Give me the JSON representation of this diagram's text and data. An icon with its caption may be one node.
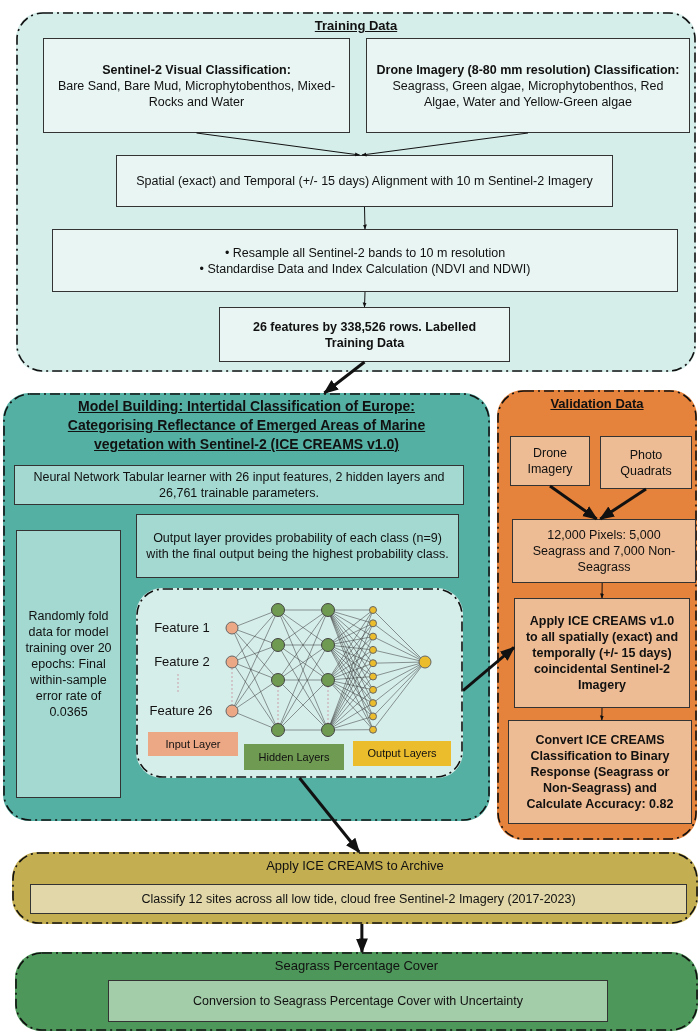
{
  "diagram": {
    "nodes": [
      {
        "text": [
          "Training Data"
        ]
      },
      {
        "text": [
          "Sentinel-2 Visual Classification:",
          "Bare Sand, Bare Mud, Microphytobenthos, Mixed-Rocks and Water"
        ],
        "in": 0
      },
      {
        "text": [
          "**Drone Imagery (8-80 mm resolution) Classification:** Seagrass, Green algae, Microphytobenthos, Red Algae, Water and Yellow-Green algae"
        ],
        "in": 0
      },
      {
        "text": [
          "Spatial (exact) and Temporal (+/- 15 days) Alignment with 10 m Sentinel-2 Imagery"
        ],
        "in": 0
      },
      {
        "text": [
          "• Resample all Sentinel-2 bands to 10 m resolution",
          "• Standardise Data and Index Calculation (NDVI and NDWI)"
        ],
        "in": 0
      },
      {
        "text": [
          "26 features by 338,526 rows. Labelled Training Data"
        ],
        "in": 0
      },
      {
        "text": [
          "Model Building: Intertidal Classification of Europe: Categorising Reflectance of Emerged Areas of Marine vegetation with Sentinel-2 (ICE CREAMS v1.0)"
        ]
      },
      {
        "text": [
          "Neural Network Tabular learner with 26 input features, 2 hidden layers and 26,761 trainable parameters."
        ],
        "in": 6
      },
      {
        "text": [
          "Randomly fold data for model training over 20 epochs: Final within-sample error rate of 0.0365"
        ],
        "in": 6
      },
      {
        "text": [
          "Output layer provides probability of each class (n=9) with the final output being the highest probability class."
        ],
        "in": 6
      },
      {
        "text": [],
        "shape": "box",
        "in": 6
      },
      {
        "text": [
          "Validation Data"
        ]
      },
      {
        "text": [
          "Drone Imagery"
        ],
        "in": 11
      },
      {
        "text": [
          "Photo Quadrats"
        ],
        "in": 11
      },
      {
        "text": [
          "12,000 Pixels: 5,000 Seagrass and 7,000 Non-Seagrass"
        ],
        "in": 11
      },
      {
        "text": [
          "Apply ICE CREAMS v1.0 to all spatially (exact) and temporally (+/- 15 days) coincidental Sentinel-2 Imagery"
        ],
        "in": 11
      },
      {
        "text": [
          "Convert ICE CREAMS Classification to Binary Response (Seagrass or Non-Seagrass) and Calculate Accuracy: 0.82"
        ],
        "in": 11
      },
      {
        "text": [
          "Apply ICE CREAMS to Archive"
        ]
      },
      {
        "text": [
          "Classify 12 sites across all low tide, cloud free Sentinel-2 Imagery (2017-2023)"
        ],
        "in": 17
      },
      {
        "text": [
          "Seagrass Percentage Cover"
        ]
      },
      {
        "text": [
          "Conversion to Seagrass Percentage Cover with Uncertainty"
        ],
        "in": 19
      }
    ],
    "edges": [
      {
        "from": 1,
        "to": 3,
        "arrow": "to"
      },
      {
        "from": 2,
        "to": 3,
        "arrow": "to"
      },
      {
        "from": 3,
        "to": 4,
        "arrow": "to"
      },
      {
        "from": 4,
        "to": 5,
        "arrow": "to"
      },
      {
        "from": 5,
        "to": 6,
        "arrow": "to",
        "style": "thick"
      },
      {
        "from": 12,
        "to": 14,
        "arrow": "to",
        "style": "thick"
      },
      {
        "from": 13,
        "to": 14,
        "arrow": "to",
        "style": "thick"
      },
      {
        "from": 14,
        "to": 15,
        "arrow": "to"
      },
      {
        "from": 15,
        "to": 16,
        "arrow": "to"
      },
      {
        "from": 10,
        "to": 15,
        "arrow": "to",
        "style": "thick"
      },
      {
        "from": 10,
        "to": 17,
        "arrow": "to",
        "style": "thick"
      },
      {
        "from": 17,
        "to": 19,
        "arrow": "to",
        "style": "thick"
      }
    ],
    "labels": [
      "Feature 1",
      "Feature 2",
      "Feature 26",
      "Input Layer",
      "Hidden Layers",
      "Output Layers"
    ]
  }
}
